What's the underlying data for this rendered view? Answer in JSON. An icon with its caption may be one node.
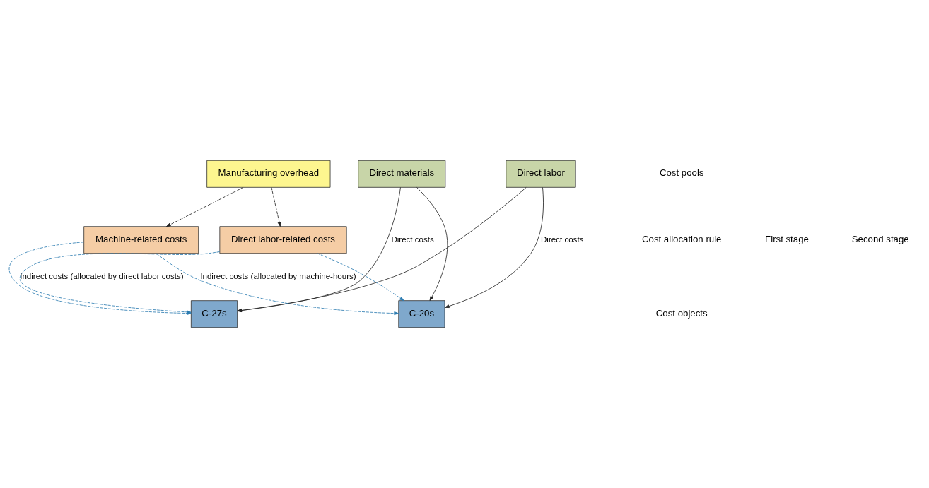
{
  "diagram": {
    "nodes": [
      {
        "text": [
          "Direct materials"
        ]
      },
      {
        "text": [
          "Direct labor"
        ]
      },
      {
        "text": [
          "Manufacturing overhead"
        ]
      },
      {
        "text": [
          "Machine-related costs"
        ]
      },
      {
        "text": [
          "Direct labor-related costs"
        ]
      },
      {
        "text": [
          "C-27s"
        ]
      },
      {
        "text": [
          "C-20s"
        ]
      }
    ],
    "edges": [
      {
        "from": 0,
        "to": 5,
        "arrow": "to",
        "label": "Direct costs"
      },
      {
        "from": 0,
        "to": 6,
        "arrow": "to"
      },
      {
        "from": 1,
        "to": 5,
        "arrow": "to"
      },
      {
        "from": 1,
        "to": 6,
        "arrow": "to",
        "label": "Direct costs"
      },
      {
        "from": 2,
        "to": 3,
        "arrow": "to",
        "style": "dashed"
      },
      {
        "from": 2,
        "to": 4,
        "arrow": "to",
        "style": "dashed"
      },
      {
        "from": 3,
        "to": 5,
        "arrow": "to",
        "style": "dashed",
        "color": "#2b7bb0"
      },
      {
        "from": 3,
        "to": 6,
        "arrow": "to",
        "style": "dashed",
        "color": "#2b7bb0",
        "label": "Indirect costs (allocated by machine-hours)"
      },
      {
        "from": 4,
        "to": 5,
        "arrow": "to",
        "style": "dashed",
        "color": "#2b7bb0",
        "label": "Indirect costs (allocated by direct labor costs)"
      },
      {
        "from": 4,
        "to": 6,
        "arrow": "to",
        "style": "dashed",
        "color": "#2b7bb0"
      }
    ],
    "labels": [
      "Cost pools",
      "First stage",
      "Cost allocation rule",
      "Second stage",
      "Cost objects"
    ]
  }
}
